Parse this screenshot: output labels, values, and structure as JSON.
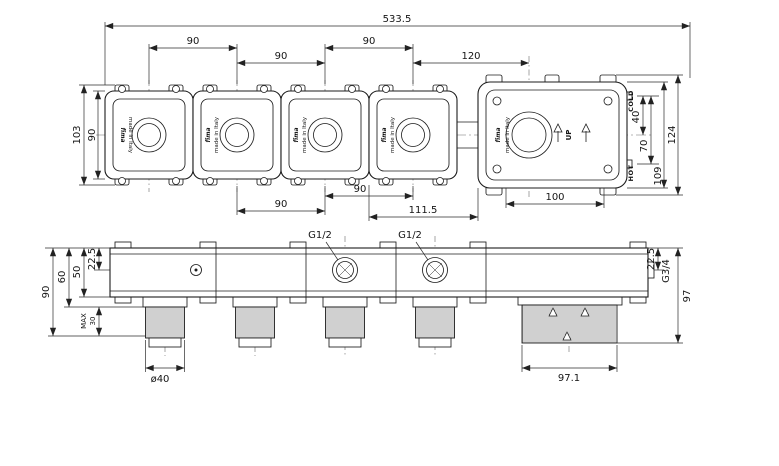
{
  "brand": "fima",
  "origin": "made in Italy",
  "labels": {
    "cold": "COLD",
    "hot": "HOT",
    "up": "UP",
    "g12": "G1/2",
    "g34": "G3/4",
    "dia40": "ø40",
    "max": "MAX",
    "max_depth": "30"
  },
  "top_view": {
    "overall_width": "533.5",
    "pitch_1": "90",
    "pitch_2": "90",
    "pitch_3": "90",
    "pitch_4": "120",
    "height_outer": "103",
    "height_body": "90",
    "cold_offset": "40",
    "port_span": "70",
    "body_height": "109",
    "overall_height": "124",
    "bottom_pitch_1": "90",
    "bottom_pitch_2": "90",
    "bottom_span": "111.5",
    "mixer_width": "100"
  },
  "side_view": {
    "port_depth": "22.5",
    "body_depth": "50",
    "flange_depth": "60",
    "total_depth": "90",
    "right_port_depth": "22.5",
    "outlet_height": "97",
    "outlet_width": "97.1"
  }
}
